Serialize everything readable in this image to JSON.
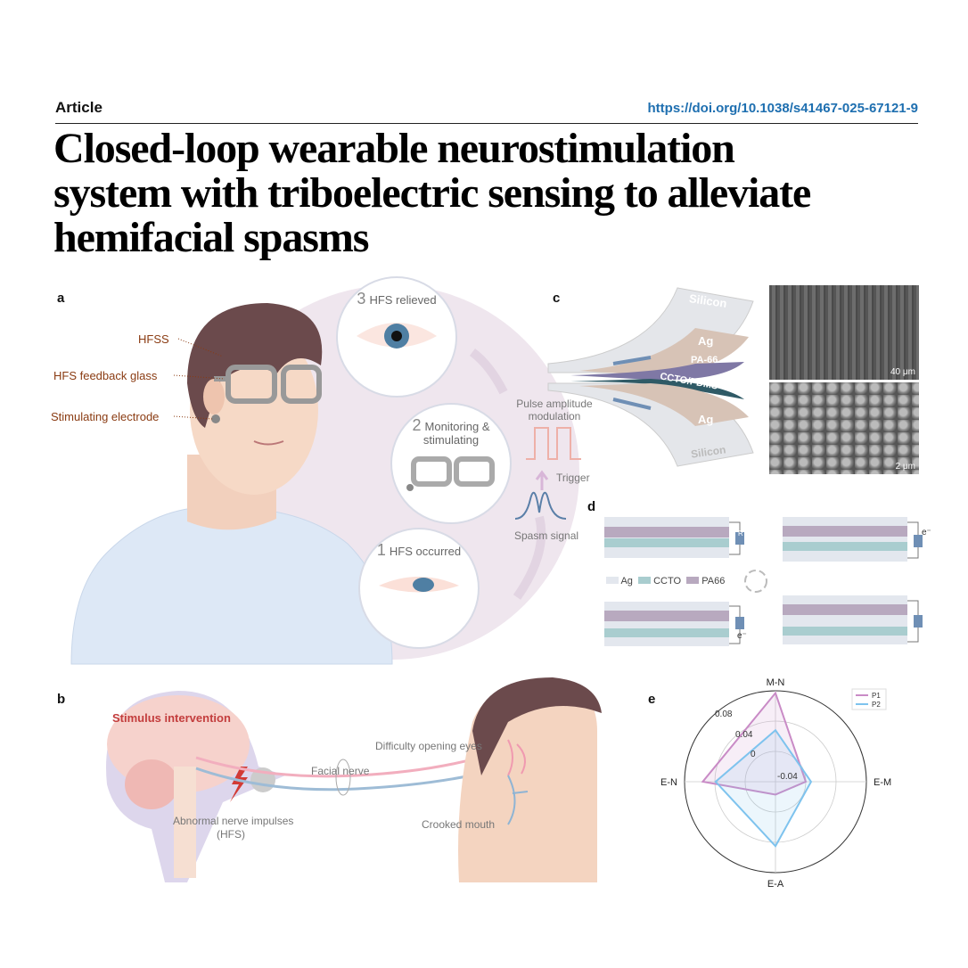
{
  "header": {
    "article_label": "Article",
    "doi": "https://doi.org/10.1038/s41467-025-67121-9"
  },
  "title": [
    "Closed-loop wearable neurostimulation",
    "system with triboelectric sensing to alleviate",
    "hemifacial spasms"
  ],
  "panel_a": {
    "label": "a",
    "callouts": [
      "HFSS",
      "HFS feedback glass",
      "Stimulating electrode"
    ],
    "steps": [
      {
        "num": "3",
        "text": "HFS relieved"
      },
      {
        "num": "2",
        "text": "Monitoring & stimulating"
      },
      {
        "num": "1",
        "text": "HFS occurred"
      }
    ],
    "pulse_label": "Pulse amplitude modulation",
    "trigger_label": "Trigger",
    "spasm_label": "Spasm signal"
  },
  "panel_b": {
    "label": "b",
    "stimulus": "Stimulus intervention",
    "facial_nerve": "Facial nerve",
    "abnormal": "Abnormal nerve impulses",
    "hfs": "(HFS)",
    "eyes": "Difficulty opening eyes",
    "mouth": "Crooked mouth"
  },
  "panel_c": {
    "label": "c",
    "layers": [
      "Silicon",
      "Ag",
      "PA-66",
      "CCTO/PDMS",
      "Ag",
      "Silicon"
    ],
    "scale_bars": [
      "40 μm",
      "2 μm"
    ]
  },
  "panel_d": {
    "label": "d",
    "legend": [
      "Ag",
      "CCTO",
      "PA66"
    ],
    "resistor": "R",
    "electron": "e⁻",
    "colors": {
      "ag": "#e3e7ee",
      "ccto": "#a9cdcf",
      "pa66": "#b8a9bf"
    }
  },
  "chart_data": {
    "type": "radar",
    "label": "e",
    "axes": [
      "M-N",
      "E-M",
      "E-A",
      "E-N"
    ],
    "radial_ticks": [
      "-0.04",
      "0",
      "0.04",
      "0.08"
    ],
    "range": [
      -0.04,
      0.08
    ],
    "legend_position": "top-right",
    "series": [
      {
        "name": "P1",
        "color": "#c98bc6",
        "values": [
          0.077,
          0.0,
          -0.023,
          0.056
        ]
      },
      {
        "name": "P2",
        "color": "#7ec3ee",
        "values": [
          0.028,
          0.007,
          0.045,
          0.039
        ]
      }
    ]
  }
}
